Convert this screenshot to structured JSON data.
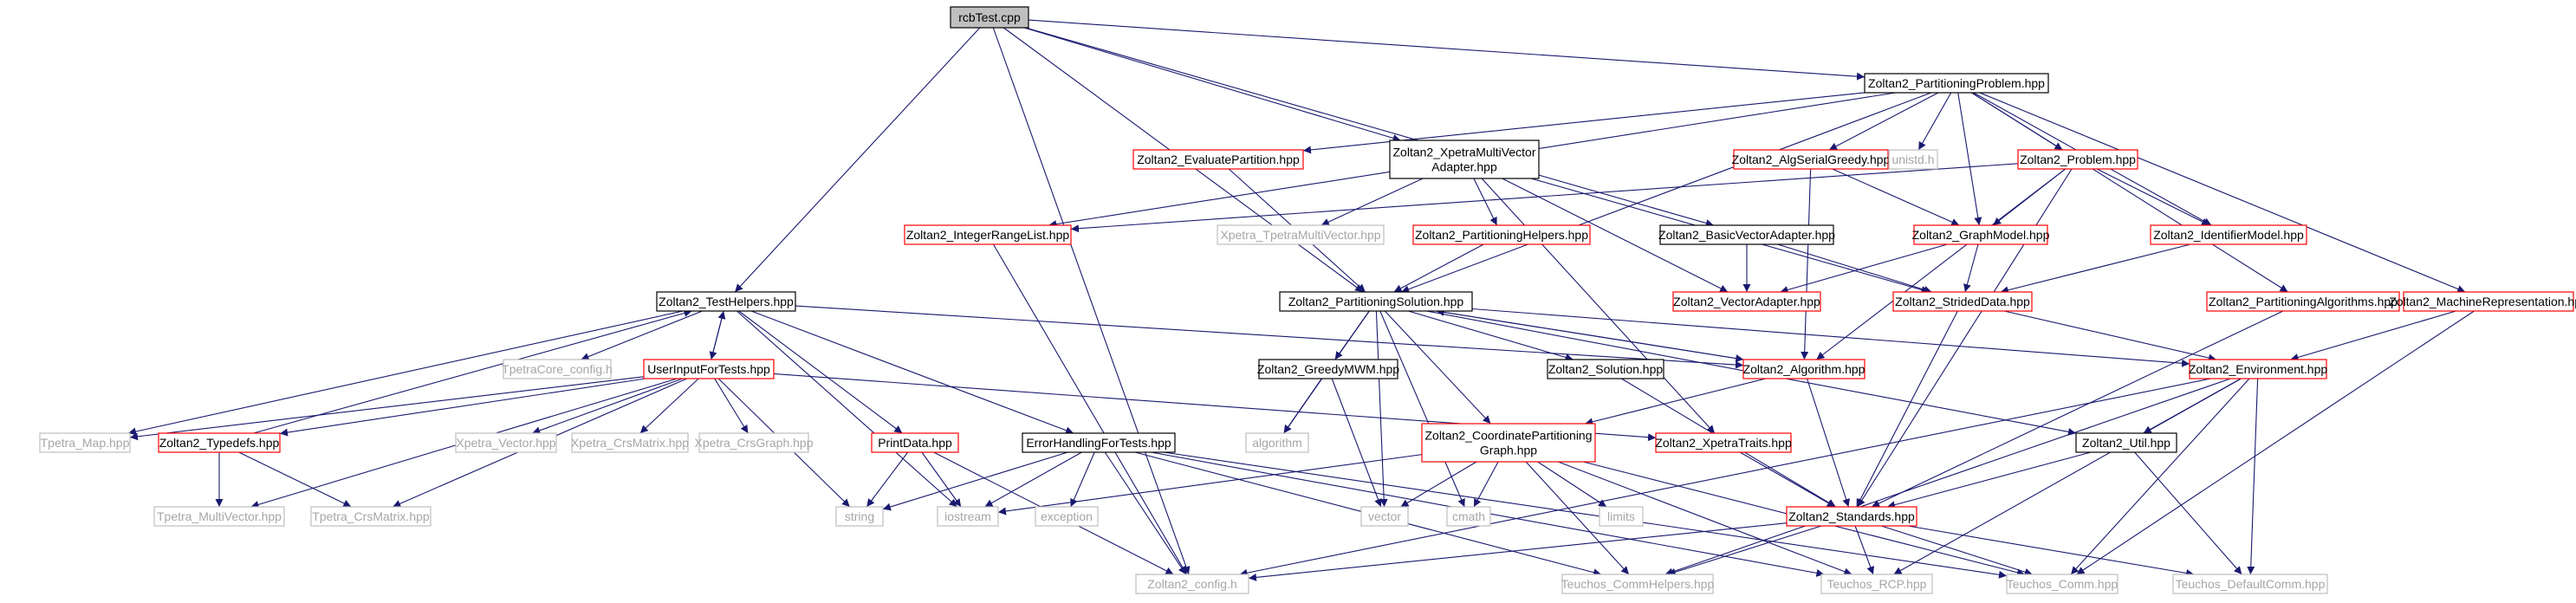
{
  "colors": {
    "background": "#ffffff",
    "edge": "#191970",
    "root_fill": "#bfbfbf",
    "black_border": "#000000",
    "red_border": "#ff0000",
    "red_text": "#ff0000",
    "gray_border": "#bfbfbf",
    "gray_text": "#a6a6a6",
    "default_text": "#000000"
  },
  "nodes": [
    {
      "id": "root",
      "label": "rcbTest.cpp",
      "style": "root"
    },
    {
      "id": "pp",
      "label": "Zoltan2_PartitioningProblem.hpp",
      "style": "black"
    },
    {
      "id": "ep",
      "label": "Zoltan2_EvaluatePartition.hpp",
      "style": "red"
    },
    {
      "id": "xmv",
      "label": "Zoltan2_XpetraMultiVector\nAdapter.hpp",
      "style": "black"
    },
    {
      "id": "asg",
      "label": "Zoltan2_AlgSerialGreedy.hpp",
      "style": "red"
    },
    {
      "id": "uni",
      "label": "unistd.h",
      "style": "gray"
    },
    {
      "id": "prob",
      "label": "Zoltan2_Problem.hpp",
      "style": "red"
    },
    {
      "id": "irl",
      "label": "Zoltan2_IntegerRangeList.hpp",
      "style": "red"
    },
    {
      "id": "xtmv",
      "label": "Xpetra_TpetraMultiVector.hpp",
      "style": "gray"
    },
    {
      "id": "ph",
      "label": "Zoltan2_PartitioningHelpers.hpp",
      "style": "red"
    },
    {
      "id": "bva",
      "label": "Zoltan2_BasicVectorAdapter.hpp",
      "style": "black"
    },
    {
      "id": "gm",
      "label": "Zoltan2_GraphModel.hpp",
      "style": "red"
    },
    {
      "id": "im",
      "label": "Zoltan2_IdentifierModel.hpp",
      "style": "red"
    },
    {
      "id": "th",
      "label": "Zoltan2_TestHelpers.hpp",
      "style": "black"
    },
    {
      "id": "ps",
      "label": "Zoltan2_PartitioningSolution.hpp",
      "style": "black"
    },
    {
      "id": "va",
      "label": "Zoltan2_VectorAdapter.hpp",
      "style": "red"
    },
    {
      "id": "sd",
      "label": "Zoltan2_StridedData.hpp",
      "style": "red"
    },
    {
      "id": "pa",
      "label": "Zoltan2_PartitioningAlgorithms.hpp",
      "style": "red"
    },
    {
      "id": "mr",
      "label": "Zoltan2_MachineRepresentation.hpp",
      "style": "red"
    },
    {
      "id": "tcc",
      "label": "TpetraCore_config.h",
      "style": "gray"
    },
    {
      "id": "uift",
      "label": "UserInputForTests.hpp",
      "style": "red"
    },
    {
      "id": "gmwm",
      "label": "Zoltan2_GreedyMWM.hpp",
      "style": "black"
    },
    {
      "id": "sol",
      "label": "Zoltan2_Solution.hpp",
      "style": "black"
    },
    {
      "id": "alg",
      "label": "Zoltan2_Algorithm.hpp",
      "style": "red"
    },
    {
      "id": "env",
      "label": "Zoltan2_Environment.hpp",
      "style": "red"
    },
    {
      "id": "tmap",
      "label": "Tpetra_Map.hpp",
      "style": "gray"
    },
    {
      "id": "td",
      "label": "Zoltan2_Typedefs.hpp",
      "style": "red"
    },
    {
      "id": "xvec",
      "label": "Xpetra_Vector.hpp",
      "style": "gray"
    },
    {
      "id": "xcm",
      "label": "Xpetra_CrsMatrix.hpp",
      "style": "gray"
    },
    {
      "id": "xcg",
      "label": "Xpetra_CrsGraph.hpp",
      "style": "gray"
    },
    {
      "id": "pd",
      "label": "PrintData.hpp",
      "style": "red"
    },
    {
      "id": "efft",
      "label": "ErrorHandlingForTests.hpp",
      "style": "black"
    },
    {
      "id": "algo",
      "label": "algorithm",
      "style": "gray"
    },
    {
      "id": "cpg",
      "label": "Zoltan2_CoordinatePartitioning\nGraph.hpp",
      "style": "red"
    },
    {
      "id": "xt",
      "label": "Zoltan2_XpetraTraits.hpp",
      "style": "red"
    },
    {
      "id": "util",
      "label": "Zoltan2_Util.hpp",
      "style": "black"
    },
    {
      "id": "tmv",
      "label": "Tpetra_MultiVector.hpp",
      "style": "gray"
    },
    {
      "id": "tcm",
      "label": "Tpetra_CrsMatrix.hpp",
      "style": "gray"
    },
    {
      "id": "str",
      "label": "string",
      "style": "gray"
    },
    {
      "id": "ios",
      "label": "iostream",
      "style": "gray"
    },
    {
      "id": "exc",
      "label": "exception",
      "style": "gray"
    },
    {
      "id": "vec",
      "label": "vector",
      "style": "gray"
    },
    {
      "id": "cmath",
      "label": "cmath",
      "style": "gray"
    },
    {
      "id": "lim",
      "label": "limits",
      "style": "gray"
    },
    {
      "id": "std",
      "label": "Zoltan2_Standards.hpp",
      "style": "red"
    },
    {
      "id": "cfg",
      "label": "Zoltan2_config.h",
      "style": "gray"
    },
    {
      "id": "tch",
      "label": "Teuchos_CommHelpers.hpp",
      "style": "gray"
    },
    {
      "id": "trcp",
      "label": "Teuchos_RCP.hpp",
      "style": "gray"
    },
    {
      "id": "tcomm",
      "label": "Teuchos_Comm.hpp",
      "style": "gray"
    },
    {
      "id": "tdc",
      "label": "Teuchos_DefaultComm.hpp",
      "style": "gray"
    }
  ],
  "edges": [
    [
      "root",
      "pp"
    ],
    [
      "root",
      "xmv"
    ],
    [
      "root",
      "th"
    ],
    [
      "root",
      "ps"
    ],
    [
      "root",
      "bva"
    ],
    [
      "root",
      "cfg"
    ],
    [
      "pp",
      "ep"
    ],
    [
      "pp",
      "asg"
    ],
    [
      "pp",
      "uni"
    ],
    [
      "pp",
      "prob"
    ],
    [
      "pp",
      "irl"
    ],
    [
      "pp",
      "gm"
    ],
    [
      "pp",
      "im"
    ],
    [
      "pp",
      "ps"
    ],
    [
      "pp",
      "pa"
    ],
    [
      "pp",
      "mr"
    ],
    [
      "ep",
      "ps"
    ],
    [
      "xmv",
      "xtmv"
    ],
    [
      "xmv",
      "ph"
    ],
    [
      "xmv",
      "va"
    ],
    [
      "xmv",
      "sd"
    ],
    [
      "xmv",
      "xt"
    ],
    [
      "asg",
      "gm"
    ],
    [
      "asg",
      "alg"
    ],
    [
      "prob",
      "irl"
    ],
    [
      "prob",
      "gm"
    ],
    [
      "prob",
      "im"
    ],
    [
      "prob",
      "alg"
    ],
    [
      "prob",
      "std"
    ],
    [
      "irl",
      "cfg"
    ],
    [
      "ph",
      "ps"
    ],
    [
      "bva",
      "va"
    ],
    [
      "bva",
      "sd"
    ],
    [
      "gm",
      "va"
    ],
    [
      "gm",
      "sd"
    ],
    [
      "im",
      "sd"
    ],
    [
      "th",
      "tcc"
    ],
    [
      "th",
      "uift"
    ],
    [
      "th",
      "pd"
    ],
    [
      "th",
      "efft"
    ],
    [
      "th",
      "ios"
    ],
    [
      "th",
      "tmap"
    ],
    [
      "th",
      "alg"
    ],
    [
      "ps",
      "gmwm"
    ],
    [
      "ps",
      "sol"
    ],
    [
      "ps",
      "alg"
    ],
    [
      "ps",
      "env"
    ],
    [
      "ps",
      "cpg"
    ],
    [
      "ps",
      "algo"
    ],
    [
      "ps",
      "vec"
    ],
    [
      "ps",
      "cmath"
    ],
    [
      "ps",
      "util"
    ],
    [
      "sd",
      "std"
    ],
    [
      "sd",
      "env"
    ],
    [
      "pa",
      "std"
    ],
    [
      "mr",
      "env"
    ],
    [
      "mr",
      "tcomm"
    ],
    [
      "uift",
      "th"
    ],
    [
      "uift",
      "tmap"
    ],
    [
      "uift",
      "td"
    ],
    [
      "uift",
      "xvec"
    ],
    [
      "uift",
      "xcm"
    ],
    [
      "uift",
      "xcg"
    ],
    [
      "uift",
      "tmv"
    ],
    [
      "uift",
      "tcm"
    ],
    [
      "uift",
      "str"
    ],
    [
      "uift",
      "xt"
    ],
    [
      "gmwm",
      "algo"
    ],
    [
      "gmwm",
      "vec"
    ],
    [
      "sol",
      "std"
    ],
    [
      "alg",
      "ps"
    ],
    [
      "alg",
      "std"
    ],
    [
      "alg",
      "cpg"
    ],
    [
      "env",
      "util"
    ],
    [
      "env",
      "tch"
    ],
    [
      "env",
      "tcomm"
    ],
    [
      "env",
      "tdc"
    ],
    [
      "env",
      "cfg"
    ],
    [
      "env",
      "trcp"
    ],
    [
      "td",
      "th"
    ],
    [
      "td",
      "tmv"
    ],
    [
      "td",
      "tcm"
    ],
    [
      "pd",
      "str"
    ],
    [
      "pd",
      "ios"
    ],
    [
      "pd",
      "cfg"
    ],
    [
      "efft",
      "str"
    ],
    [
      "efft",
      "ios"
    ],
    [
      "efft",
      "exc"
    ],
    [
      "efft",
      "cfg"
    ],
    [
      "efft",
      "tch"
    ],
    [
      "efft",
      "trcp"
    ],
    [
      "efft",
      "tcomm"
    ],
    [
      "cpg",
      "ios"
    ],
    [
      "cpg",
      "vec"
    ],
    [
      "cpg",
      "cmath"
    ],
    [
      "cpg",
      "lim"
    ],
    [
      "cpg",
      "tch"
    ],
    [
      "cpg",
      "trcp"
    ],
    [
      "cpg",
      "tcomm"
    ],
    [
      "xt",
      "std"
    ],
    [
      "util",
      "std"
    ],
    [
      "util",
      "tdc"
    ],
    [
      "std",
      "cfg"
    ],
    [
      "std",
      "tch"
    ],
    [
      "std",
      "trcp"
    ],
    [
      "std",
      "tcomm"
    ],
    [
      "std",
      "tdc"
    ]
  ]
}
